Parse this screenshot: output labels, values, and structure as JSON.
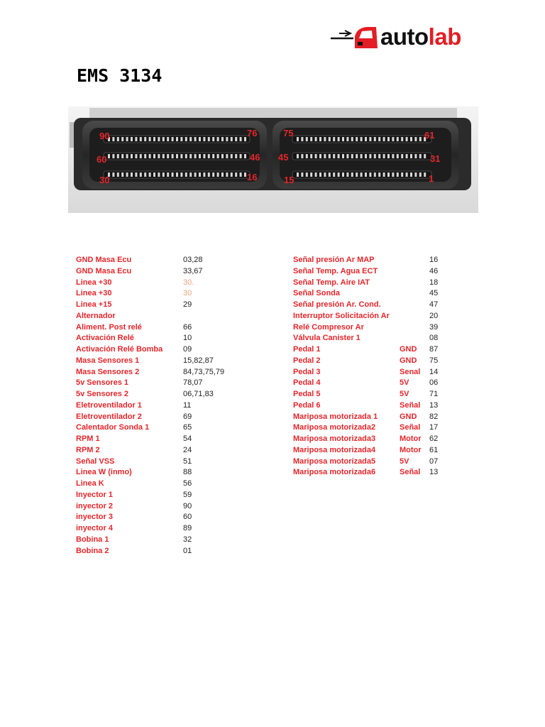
{
  "logo": {
    "part1": "auto",
    "part2": "lab"
  },
  "title": "EMS 3134",
  "connector": {
    "pins": [
      "90",
      "76",
      "60",
      "46",
      "30",
      "16",
      "75",
      "61",
      "45",
      "31",
      "15",
      "1"
    ]
  },
  "left_table": [
    {
      "label": "GND Masa  Ecu",
      "value": "03,28"
    },
    {
      "label": "GND Masa  Ecu",
      "value": "33,67"
    },
    {
      "label": "Linea +30",
      "value": "30."
    },
    {
      "label": "Linea +30",
      "value": "30"
    },
    {
      "label": "Linea +15",
      "value": "29"
    },
    {
      "label": "Alternador",
      "value": ""
    },
    {
      "label": "Aliment. Post relé",
      "value": "66"
    },
    {
      "label": "Activación Relé",
      "value": "10"
    },
    {
      "label": "Activación Relé Bomba",
      "value": "09"
    },
    {
      "label": "Masa Sensores 1",
      "value": "15,82,87"
    },
    {
      "label": "Masa Sensores 2",
      "value": "84,73,75,79"
    },
    {
      "label": "5v Sensores 1",
      "value": "78,07"
    },
    {
      "label": "5v Sensores 2",
      "value": "06,71,83"
    },
    {
      "label": "Eletroventilador 1",
      "value": "11"
    },
    {
      "label": "Eletroventilador 2",
      "value": "69"
    },
    {
      "label": "Calentador Sonda 1",
      "value": "65"
    },
    {
      "label": "RPM 1",
      "value": "54"
    },
    {
      "label": "RPM 2",
      "value": "24"
    },
    {
      "label": "Señal VSS",
      "value": "51"
    },
    {
      "label": "Linea W (inmo)",
      "value": "88"
    },
    {
      "label": "Linea K",
      "value": "56"
    },
    {
      "label": "Inyector  1",
      "value": "59"
    },
    {
      "label": "inyector 2",
      "value": "90"
    },
    {
      "label": "inyector 3",
      "value": "60"
    },
    {
      "label": "inyector 4",
      "value": "89"
    },
    {
      "label": "Bobina 1",
      "value": "32"
    },
    {
      "label": "Bobina 2",
      "value": "01"
    }
  ],
  "right_table": [
    {
      "label": "Señal presión Ar MAP",
      "mid": "",
      "value": "16"
    },
    {
      "label": "Señal Temp. Agua ECT",
      "mid": "",
      "value": "46"
    },
    {
      "label": "Señal Temp. Aire IAT",
      "mid": "",
      "value": "18"
    },
    {
      "label": "Señal Sonda",
      "mid": "",
      "value": "45"
    },
    {
      "label": "Señal presión Ar. Cond.",
      "mid": "",
      "value": "47"
    },
    {
      "label": "Interruptor Solicitación Ar",
      "mid": "",
      "value": "20"
    },
    {
      "label": "Relé Compresor Ar",
      "mid": "",
      "value": "39"
    },
    {
      "label": "Válvula Canister 1",
      "mid": "",
      "value": "08"
    },
    {
      "label": "Pedal 1",
      "mid": "GND",
      "value": "87"
    },
    {
      "label": "Pedal 2",
      "mid": "GND",
      "value": "75"
    },
    {
      "label": "Pedal 3",
      "mid": "Senal",
      "value": "14"
    },
    {
      "label": "Pedal 4",
      "mid": "5V",
      "value": "06"
    },
    {
      "label": "Pedal 5",
      "mid": "5V",
      "value": "71"
    },
    {
      "label": "Pedal 6",
      "mid": "Señal",
      "value": "13"
    },
    {
      "label": "Mariposa motorizada 1",
      "mid": "GND",
      "value": "82"
    },
    {
      "label": "Mariposa motorizada2",
      "mid": "Señal",
      "value": "17"
    },
    {
      "label": "Mariposa motorizada3",
      "mid": "Motor",
      "value": "62"
    },
    {
      "label": "Mariposa motorizada4",
      "mid": "Motor",
      "value": "61"
    },
    {
      "label": "Mariposa motorizada5",
      "mid": "5V",
      "value": "07"
    },
    {
      "label": "Mariposa motorizada6",
      "mid": "Señal",
      "value": "13"
    }
  ]
}
